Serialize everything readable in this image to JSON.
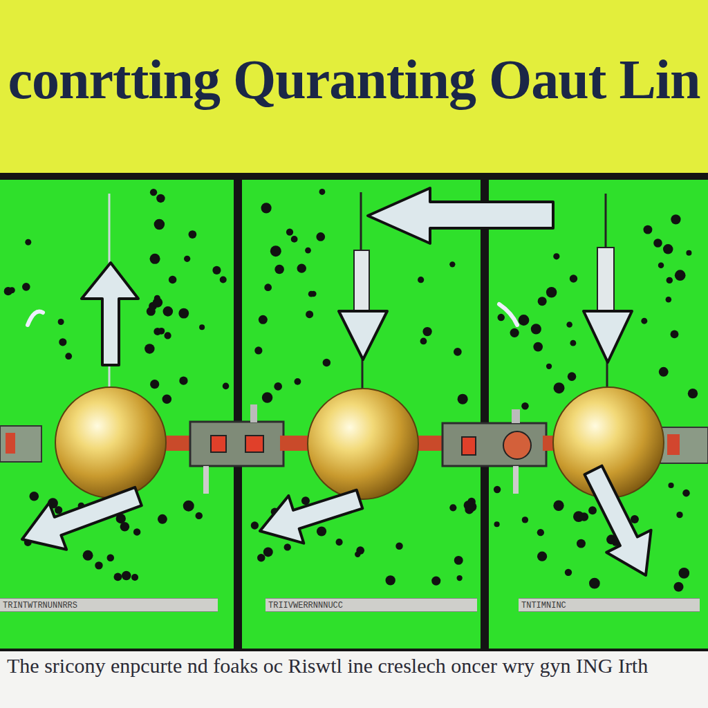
{
  "diagram": {
    "title": "conrtting Quranting Oaut Lin",
    "caption": "The sricony enpcurte nd foaks oc Riswtl ine creslech oncer wry gyn ING Irth",
    "nodes": [
      {
        "text": [
          "TRINTWTRNUNNRRS"
        ]
      },
      {
        "text": [
          "TRIIVWERRNNNUCC"
        ]
      },
      {
        "text": [
          "TNTIMNINC"
        ]
      }
    ]
  }
}
